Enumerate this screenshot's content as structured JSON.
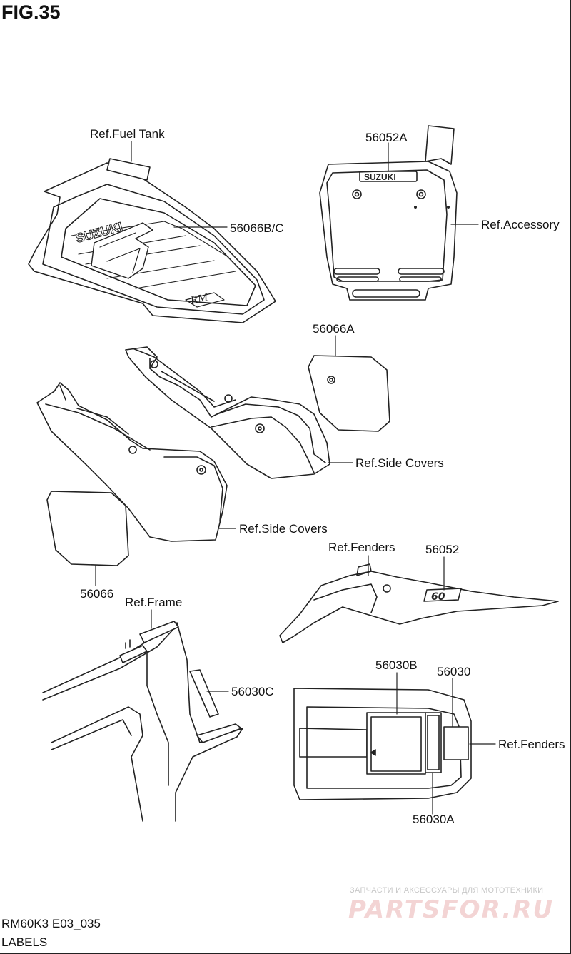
{
  "figure": {
    "number": "FIG.35",
    "code": "RM60K3 E03_035",
    "title": "LABELS"
  },
  "labels": {
    "ref_fuel_tank": "Ref.Fuel Tank",
    "p56066bc": "56066B/C",
    "p56052a": "56052A",
    "ref_accessory": "Ref.Accessory",
    "p56066a": "56066A",
    "ref_side_covers_1": "Ref.Side Covers",
    "ref_side_covers_2": "Ref.Side Covers",
    "p56066": "56066",
    "ref_fenders_1": "Ref.Fenders",
    "p56052": "56052",
    "ref_frame": "Ref.Frame",
    "p56030c": "56030C",
    "p56030b": "56030B",
    "p56030": "56030",
    "ref_fenders_2": "Ref.Fenders",
    "p56030a": "56030A"
  },
  "decals": {
    "tank_logo": "SUZUKI",
    "plate_logo": "SUZUKI",
    "tank_badge": "RM",
    "fender_badge": "60"
  },
  "watermark": {
    "tagline": "ЗАПЧАСТИ И АКСЕССУАРЫ ДЛЯ МОТОТЕХНИКИ",
    "brand": "PARTSFOR.RU"
  }
}
